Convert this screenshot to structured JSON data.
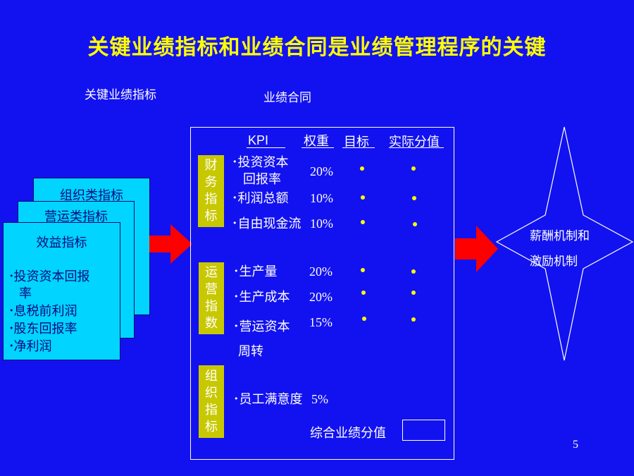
{
  "title": "关键业绩指标和业绩合同是业绩管理程序的关键",
  "labels": {
    "kpi_section": "关键业绩指标",
    "contract_section": "业绩合同"
  },
  "cards": {
    "org": {
      "title": "组织类指标"
    },
    "ops": {
      "title": "营运类指标"
    },
    "benefit": {
      "title": "效益指标",
      "items": [
        [
          "投资资本回报",
          "率"
        ],
        [
          "息税前利润"
        ],
        [
          "股东回报率"
        ],
        [
          "净利润"
        ]
      ]
    }
  },
  "contract": {
    "headers": {
      "kpi": "KPI",
      "weight": "权重",
      "target": "目标",
      "actual": "实际分值"
    },
    "groups": {
      "finance": {
        "tag": [
          "财",
          "务",
          "指",
          "标"
        ],
        "rows": [
          {
            "lines": [
              "投资资本",
              "回报率"
            ],
            "weight": "20%",
            "target_marker": true,
            "actual_marker": true
          },
          {
            "lines": [
              "利润总额"
            ],
            "weight": "10%",
            "target_marker": true,
            "actual_marker": true
          },
          {
            "lines": [
              "自由现金流"
            ],
            "weight": "10%",
            "target_marker": true,
            "actual_marker": true
          }
        ]
      },
      "operations": {
        "tag": [
          "运",
          "营",
          "指",
          "数"
        ],
        "rows": [
          {
            "lines": [
              "生产量"
            ],
            "weight": "20%",
            "target_marker": true,
            "actual_marker": true
          },
          {
            "lines": [
              "生产成本"
            ],
            "weight": "20%",
            "target_marker": true,
            "actual_marker": true
          },
          {
            "lines": [
              "营运资本",
              "周转"
            ],
            "weight": "15%",
            "target_marker": true,
            "actual_marker": true
          }
        ]
      },
      "organization": {
        "tag": [
          "组",
          "织",
          "指",
          "标"
        ],
        "rows": [
          {
            "lines": [
              "员工满意度"
            ],
            "weight": "5%"
          }
        ]
      }
    },
    "total_label": "综合业绩分值",
    "total_value": ""
  },
  "outcome": {
    "lines": [
      "薪酬机制和",
      "激励机制"
    ]
  },
  "page_number": "5",
  "colors": {
    "background": "#1212f0",
    "title": "#ffff00",
    "card": "#00d4ff",
    "tag": "#c8c800",
    "arrow": "#ff0000",
    "dot": "#ffff00"
  }
}
